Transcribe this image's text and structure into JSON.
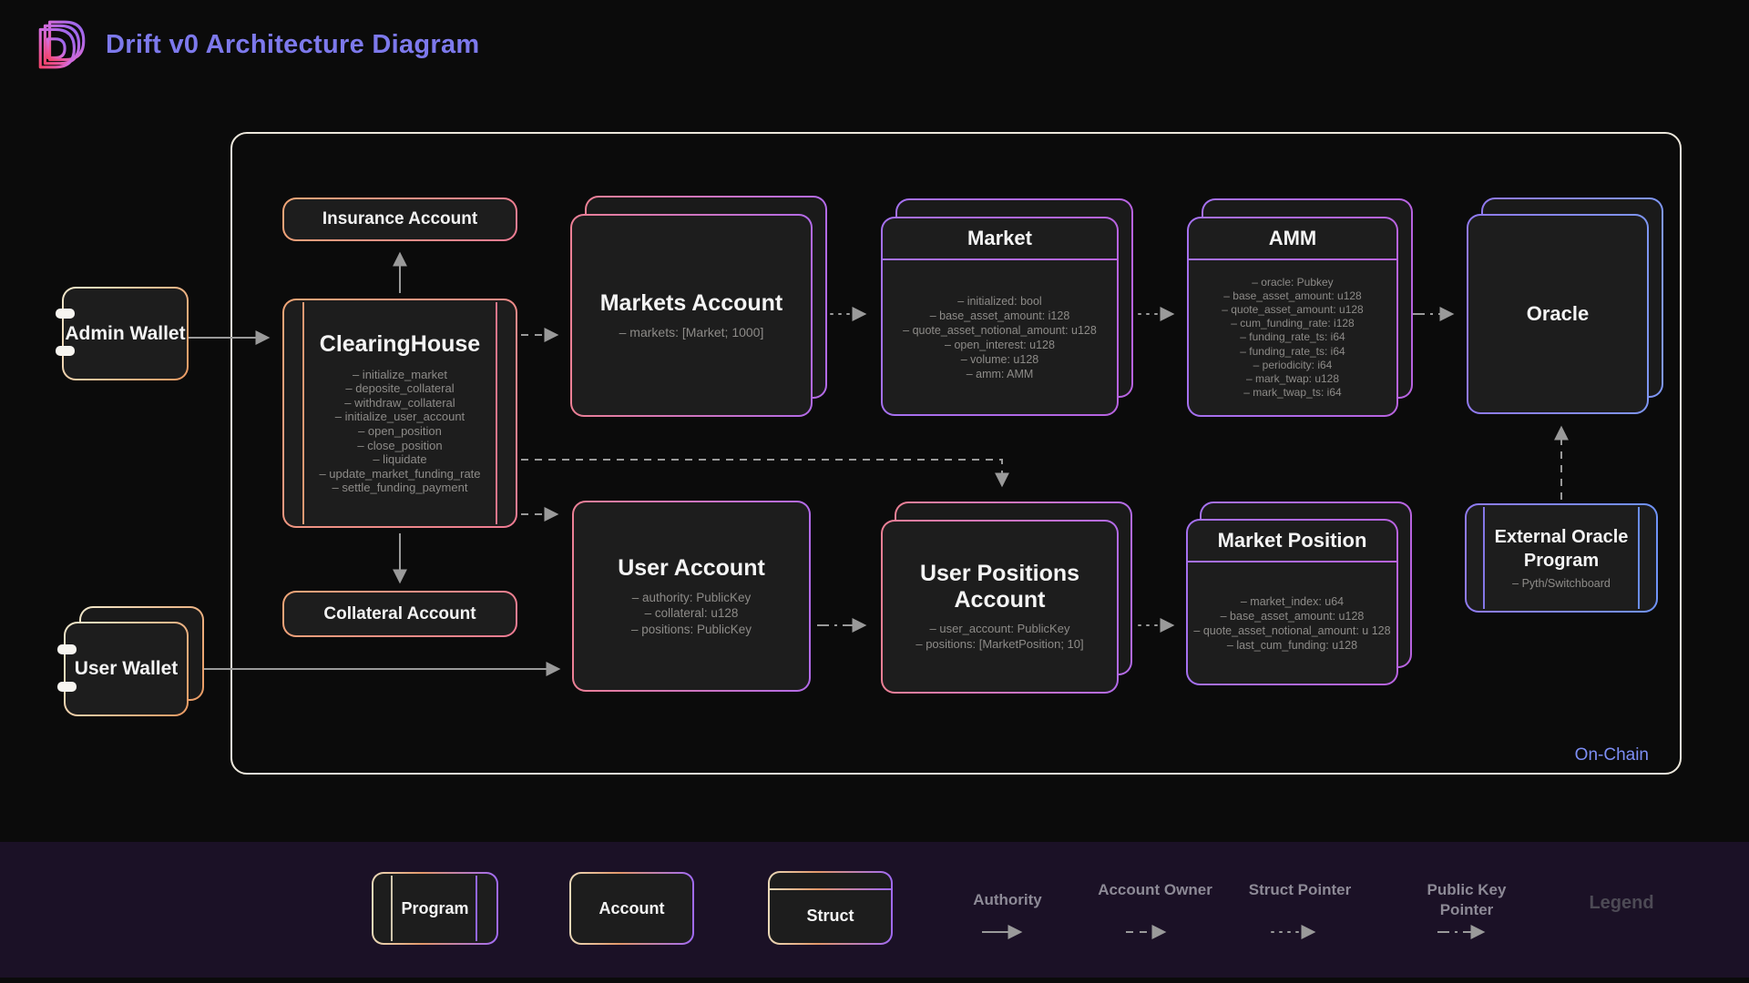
{
  "header": {
    "title": "Drift v0 Architecture Diagram"
  },
  "onchain": {
    "label": "On-Chain"
  },
  "nodes": {
    "insurance_account": {
      "title": "Insurance Account"
    },
    "admin_wallet": {
      "title": "Admin Wallet"
    },
    "clearing_house": {
      "title": "ClearingHouse",
      "methods": [
        "– initialize_market",
        "– deposite_collateral",
        "– withdraw_collateral",
        "– initialize_user_account",
        "– open_position",
        "– close_position",
        "– liquidate",
        "– update_market_funding_rate",
        "– settle_funding_payment"
      ]
    },
    "collateral_account": {
      "title": "Collateral Account"
    },
    "user_wallet": {
      "title": "User Wallet"
    },
    "markets_account": {
      "title": "Markets Account",
      "fields": [
        "– markets: [Market; 1000]"
      ]
    },
    "market": {
      "title": "Market",
      "fields": [
        "– initialized: bool",
        "– base_asset_amount: i128",
        "– quote_asset_notional_amount: u128",
        "– open_interest: u128",
        "– volume: u128",
        "– amm: AMM"
      ]
    },
    "amm": {
      "title": "AMM",
      "fields": [
        "– oracle: Pubkey",
        "– base_asset_amount: u128",
        "– quote_asset_amount: u128",
        "– cum_funding_rate: i128",
        "– funding_rate_ts: i64",
        "– funding_rate_ts: i64",
        "– periodicity: i64",
        "– mark_twap: u128",
        "– mark_twap_ts: i64"
      ]
    },
    "oracle": {
      "title": "Oracle"
    },
    "user_account": {
      "title": "User Account",
      "fields": [
        "– authority: PublicKey",
        "– collateral: u128",
        "– positions: PublicKey"
      ]
    },
    "user_positions_account": {
      "title": "User Positions Account",
      "fields": [
        "– user_account: PublicKey",
        "– positions: [MarketPosition; 10]"
      ]
    },
    "market_position": {
      "title": "Market Position",
      "fields": [
        "– market_index: u64",
        "– base_asset_amount: u128",
        "– quote_asset_notional_amount: u 128",
        "– last_cum_funding: u128"
      ]
    },
    "external_oracle_program": {
      "title": "External Oracle Program",
      "fields": [
        "– Pyth/Switchboard"
      ]
    }
  },
  "legend": {
    "title": "Legend",
    "program": "Program",
    "account": "Account",
    "struct": "Struct",
    "authority": "Authority",
    "account_owner": "Account Owner",
    "struct_pointer": "Struct Pointer",
    "public_key_pointer": "Public Key Pointer"
  },
  "colors": {
    "title_accent": "#7d79ec",
    "onchain_label": "#7d8ef5",
    "arrow": "#9a9a9a",
    "program_gradient": [
      "#f0a676",
      "#ee7a93"
    ],
    "wallet_gradient": [
      "#f0e8cc",
      "#ea9a62"
    ],
    "account_gradient": [
      "#ec8095",
      "#b26ae8"
    ],
    "struct_gradient": [
      "#a571f0",
      "#b863e0"
    ],
    "oracle_gradient": [
      "#9079ef",
      "#7e96f3"
    ],
    "external_oracle_gradient": [
      "#8f7af0",
      "#6f93f7"
    ]
  }
}
